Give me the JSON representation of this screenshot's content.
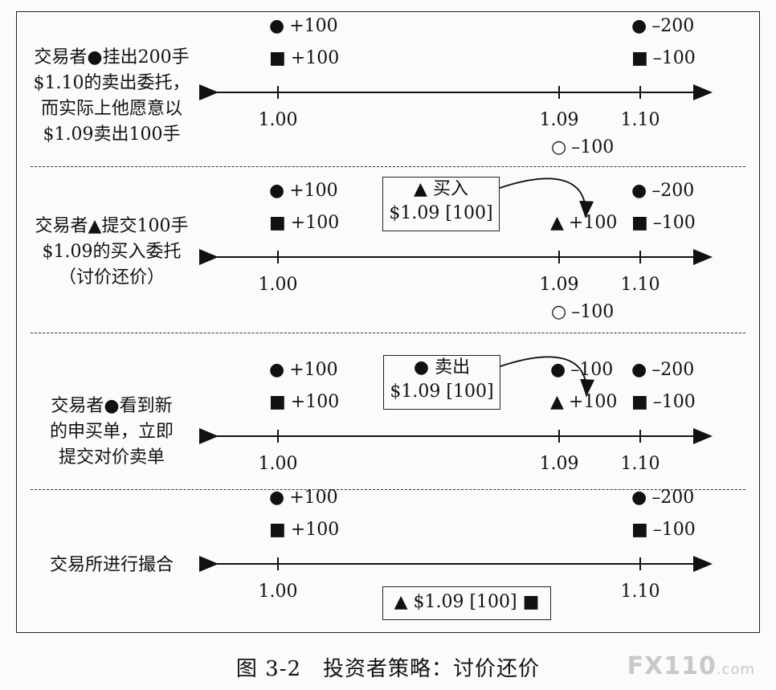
{
  "sections": [
    {
      "label_lines": [
        "交易者●挂出200手",
        "$1.10的卖出委托，",
        "而实际上他愿意以",
        "$1.09卖出100手"
      ],
      "above": [
        {
          "sym": "●",
          "text": "+100",
          "col": "1.00",
          "row": 1
        },
        {
          "sym": "■",
          "text": "+100",
          "col": "1.00",
          "row": 2
        },
        {
          "sym": "●",
          "text": "–200",
          "col": "1.10",
          "row": 1
        },
        {
          "sym": "■",
          "text": "–100",
          "col": "1.10",
          "row": 2
        }
      ],
      "ticks": [
        "1.00",
        "1.09",
        "1.10"
      ],
      "below": {
        "sym": "○",
        "text": "–100"
      }
    },
    {
      "label_lines": [
        "交易者▲提交100手",
        "$1.09的买入委托",
        "（讨价还价）"
      ],
      "box": {
        "line1": "▲ 买入",
        "line2": "$1.09 [100]"
      },
      "above": [
        {
          "sym": "●",
          "text": "+100",
          "col": "1.00",
          "row": 1
        },
        {
          "sym": "■",
          "text": "+100",
          "col": "1.00",
          "row": 2
        },
        {
          "sym": "▲",
          "text": "+100",
          "col": "1.09",
          "row": 2
        },
        {
          "sym": "●",
          "text": "–200",
          "col": "1.10",
          "row": 1
        },
        {
          "sym": "■",
          "text": "–100",
          "col": "1.10",
          "row": 2
        }
      ],
      "ticks": [
        "1.00",
        "1.09",
        "1.10"
      ],
      "below": {
        "sym": "○",
        "text": "–100"
      }
    },
    {
      "label_lines": [
        "交易者●看到新",
        "的申买单，立即",
        "提交对价卖单"
      ],
      "box": {
        "line1": "● 卖出",
        "line2": "$1.09 [100]"
      },
      "above": [
        {
          "sym": "●",
          "text": "+100",
          "col": "1.00",
          "row": 1
        },
        {
          "sym": "■",
          "text": "+100",
          "col": "1.00",
          "row": 2
        },
        {
          "sym": "●",
          "text": "–100",
          "col": "1.09",
          "row": 1
        },
        {
          "sym": "▲",
          "text": "+100",
          "col": "1.09",
          "row": 2
        },
        {
          "sym": "●",
          "text": "–200",
          "col": "1.10",
          "row": 1
        },
        {
          "sym": "■",
          "text": "–100",
          "col": "1.10",
          "row": 2
        }
      ],
      "ticks": [
        "1.00",
        "1.09",
        "1.10"
      ]
    },
    {
      "label_lines": [
        "交易所进行撮合"
      ],
      "above": [
        {
          "sym": "●",
          "text": "+100",
          "col": "1.00",
          "row": 1
        },
        {
          "sym": "■",
          "text": "+100",
          "col": "1.00",
          "row": 2
        },
        {
          "sym": "●",
          "text": "–200",
          "col": "1.10",
          "row": 1
        },
        {
          "sym": "■",
          "text": "–100",
          "col": "1.10",
          "row": 2
        }
      ],
      "ticks": [
        "1.00",
        "1.10"
      ],
      "result": "▲ $1.09 [100] ■"
    }
  ],
  "caption": "图 3-2　投资者策略：讨价还价",
  "watermark": {
    "main": "FX110",
    "suffix": ".com"
  }
}
